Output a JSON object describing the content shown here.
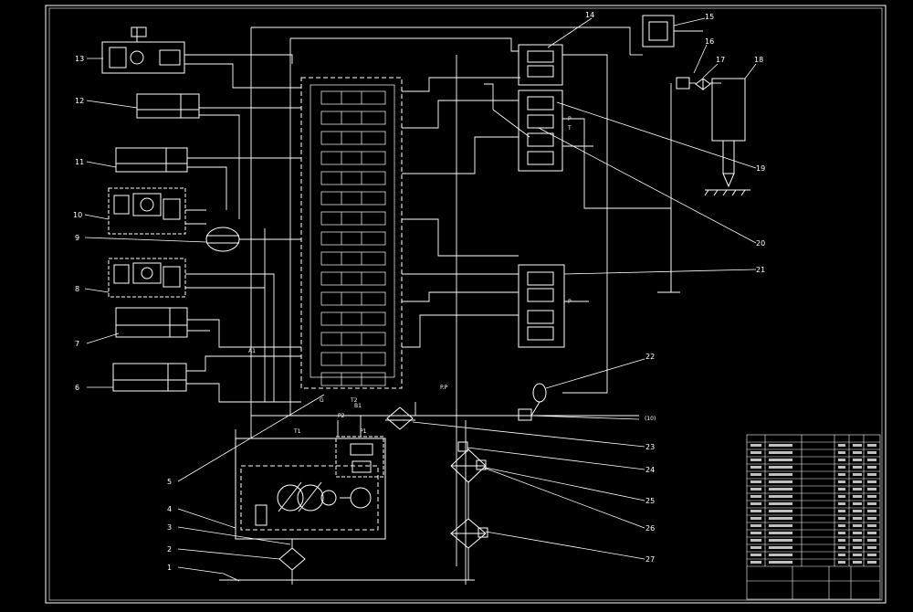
{
  "colors": {
    "background": "#000000",
    "line": "#ffffff"
  },
  "callouts": [
    "1",
    "2",
    "3",
    "4",
    "5",
    "6",
    "7",
    "8",
    "9",
    "10",
    "11",
    "12",
    "13",
    "14",
    "15",
    "16",
    "17",
    "18",
    "19",
    "20",
    "21",
    "22",
    "23",
    "24",
    "25",
    "26",
    "27"
  ],
  "port_labels": {
    "a1": "A1",
    "p": "P",
    "t": "T",
    "pp": "P.P",
    "b1": "B1",
    "p2": "P2",
    "p1": "P1",
    "t1": "T1",
    "t2": "T2",
    "g": "G",
    "ten": "(10)"
  }
}
